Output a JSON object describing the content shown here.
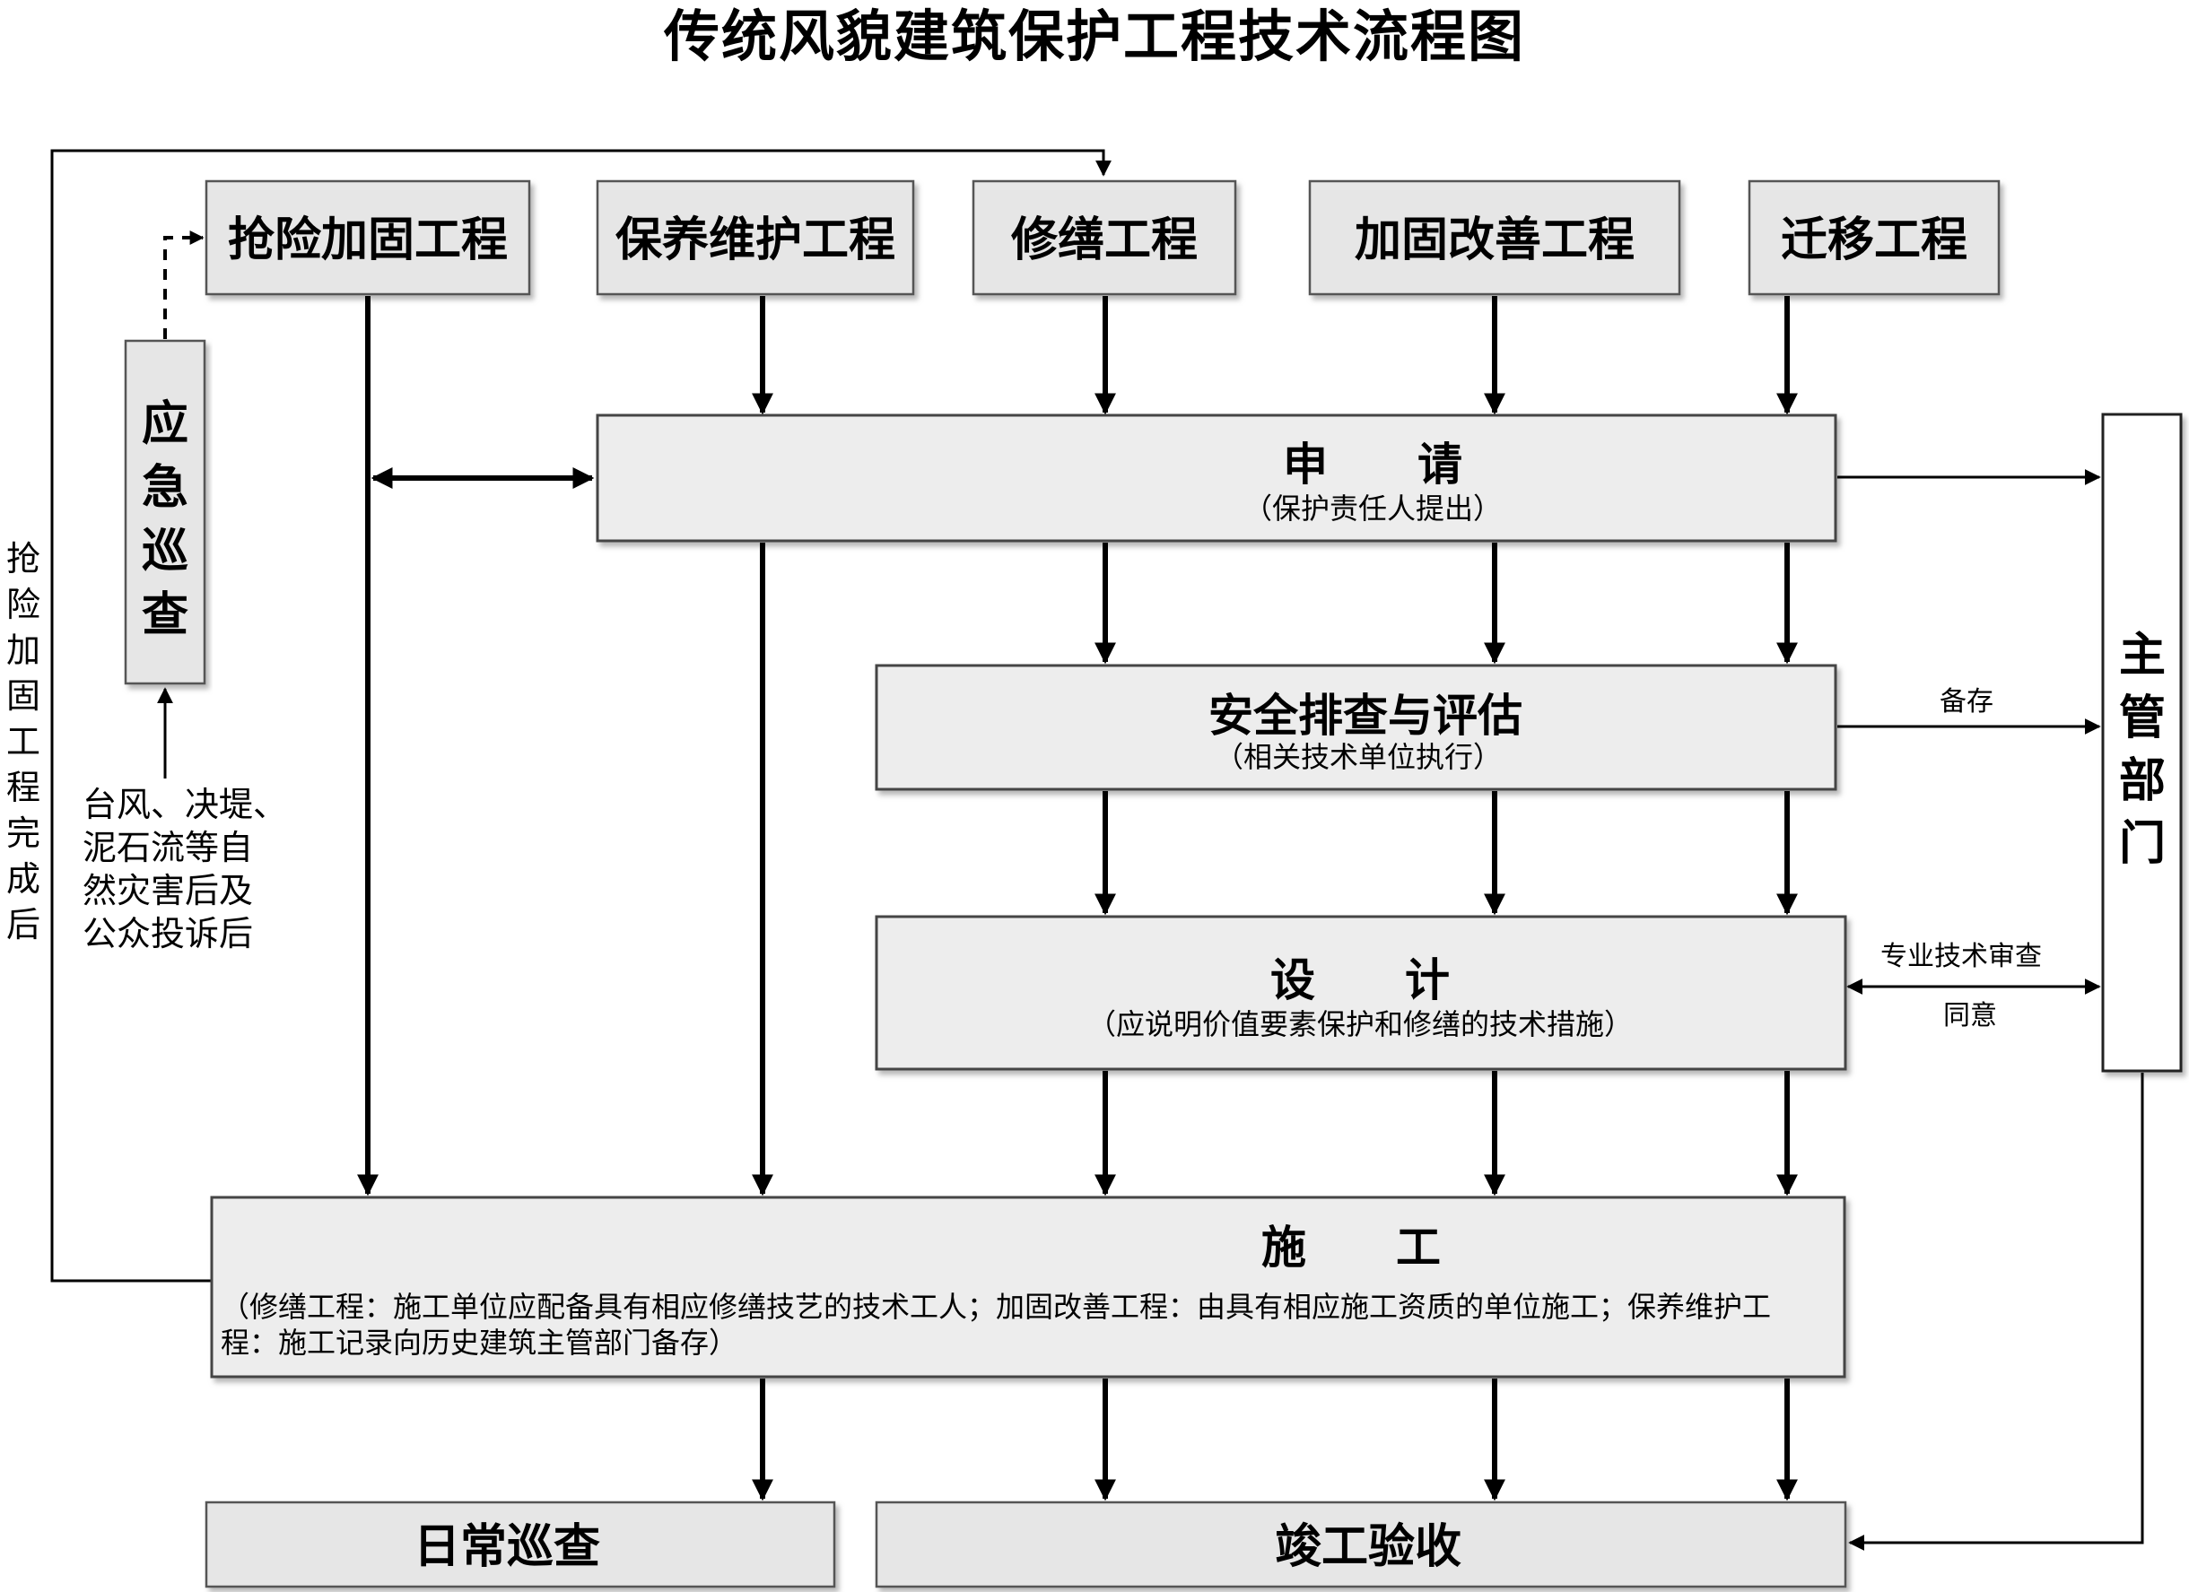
{
  "title": "传统风貌建筑保护工程技术流程图",
  "top_boxes": {
    "emergency": "抢险加固工程",
    "maintenance": "保养维护工程",
    "repair": "修缮工程",
    "reinforce": "加固改善工程",
    "relocation": "迁移工程"
  },
  "inspection": {
    "chars": [
      "应",
      "急",
      "巡",
      "查"
    ]
  },
  "disaster_note": [
    "台风、决堤、",
    "泥石流等自",
    "然灾害后及",
    "公众投诉后"
  ],
  "left_loop_text": [
    "抢",
    "险",
    "加",
    "固",
    "工",
    "程",
    "完",
    "成",
    "后"
  ],
  "application": {
    "title": "申　　请",
    "sub": "（保护责任人提出）"
  },
  "safety": {
    "title": "安全排查与评估",
    "sub": "（相关技术单位执行）"
  },
  "design": {
    "title": "设　　计",
    "sub": "（应说明价值要素保护和修缮的技术措施）"
  },
  "construction": {
    "title": "施　　工",
    "sub_line1": "（修缮工程：施工单位应配备具有相应修缮技艺的技术工人；加固改善工程：由具有相应施工资质的单位施工；保养维护工",
    "sub_line2": "程：施工记录向历史建筑主管部门备存）"
  },
  "authority": {
    "chars": [
      "主",
      "管",
      "部",
      "门"
    ]
  },
  "edge_labels": {
    "backup": "备存",
    "review": "专业技术审查",
    "approve": "同意"
  },
  "bottom_boxes": {
    "daily": "日常巡查",
    "acceptance": "竣工验收"
  }
}
